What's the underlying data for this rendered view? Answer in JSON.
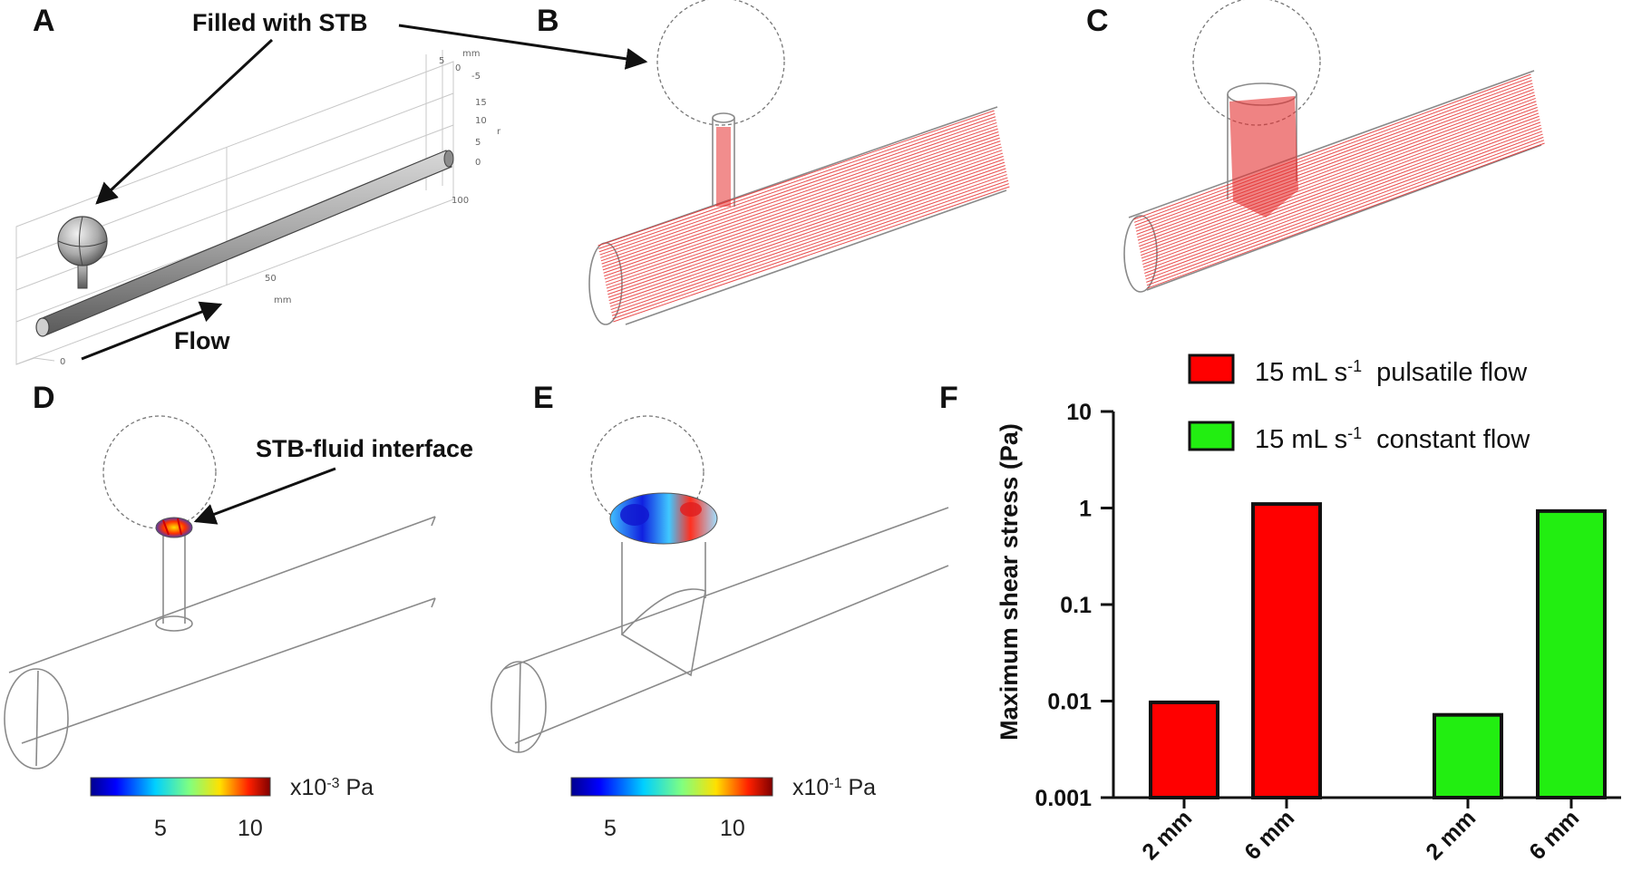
{
  "panels": {
    "a": "A",
    "b": "B",
    "c": "C",
    "d": "D",
    "e": "E",
    "f": "F"
  },
  "annotations": {
    "filled": "Filled with STB",
    "flow": "Flow",
    "interface": "STB-fluid interface"
  },
  "panel_a_axes": {
    "mm_top": "mm",
    "z_ticks": [
      "5",
      "0",
      "-5"
    ],
    "r_ticks": [
      "15",
      "10",
      "5",
      "0"
    ],
    "r_label": "r",
    "x_ticks": [
      "0",
      "50",
      "100"
    ],
    "mm_bottom": "mm"
  },
  "colorbar_d": {
    "unit": "x10-3 Pa",
    "unit_base": "x10",
    "unit_exp": "-3",
    "unit_tail": " Pa",
    "ticks": [
      "5",
      "10"
    ]
  },
  "colorbar_e": {
    "unit": "x10-1 Pa",
    "unit_base": "x10",
    "unit_exp": "-1",
    "unit_tail": " Pa",
    "ticks": [
      "5",
      "10"
    ]
  },
  "colors": {
    "pulsatile": "#ff0000",
    "constant": "#22ee11",
    "streamline": "#e53030"
  },
  "chart_data": {
    "type": "bar",
    "scale": "log",
    "ylim": [
      0.001,
      10
    ],
    "y_ticks": [
      "0.001",
      "0.01",
      "0.1",
      "1",
      "10"
    ],
    "ylabel": "Maximum shear stress (Pa)",
    "categories": [
      "2 mm",
      "6 mm",
      "2 mm",
      "6 mm"
    ],
    "series": [
      {
        "name": "15 mL s-1 pulsatile flow",
        "legend_base": "15 mL s",
        "legend_exp": "-1",
        "legend_tail": "pulsatile flow",
        "x_index": [
          0,
          1
        ],
        "values": [
          0.0097,
          1.1
        ]
      },
      {
        "name": "15 mL s-1 constant flow",
        "legend_base": "15 mL s",
        "legend_exp": "-1",
        "legend_tail": "constant flow",
        "x_index": [
          2,
          3
        ],
        "values": [
          0.0072,
          0.93
        ]
      }
    ]
  }
}
